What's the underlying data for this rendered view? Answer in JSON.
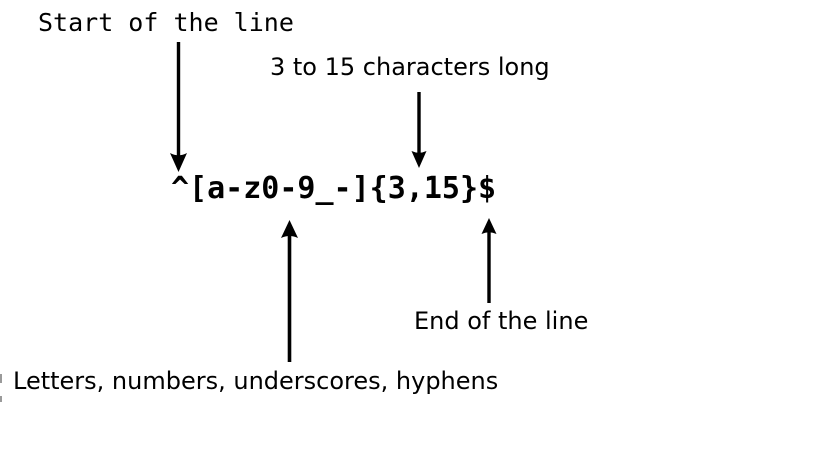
{
  "diagram": {
    "regex_pattern": "^[a-z0-9_-]{3,15}$",
    "labels": {
      "start_of_line": "Start of the line",
      "length": "3 to 15 characters long",
      "character_class": "Letters, numbers, underscores, hyphens",
      "end_of_line": "End of the line"
    },
    "arrows": [
      {
        "name": "arrow-start-of-line",
        "direction": "down",
        "from_label": "Start of the line",
        "points_to": "^"
      },
      {
        "name": "arrow-length",
        "direction": "down",
        "from_label": "3 to 15 characters long",
        "points_to": "{3,15}"
      },
      {
        "name": "arrow-character-class",
        "direction": "up",
        "from_label": "Letters, numbers, underscores, hyphens",
        "points_to": "[a-z0-9_-]"
      },
      {
        "name": "arrow-end-of-line",
        "direction": "up",
        "from_label": "End of the line",
        "points_to": "$"
      }
    ],
    "colors": {
      "background": "#ffffff",
      "text": "#000000",
      "arrow": "#000000",
      "edge_artifact": "#9a9a9a"
    }
  }
}
